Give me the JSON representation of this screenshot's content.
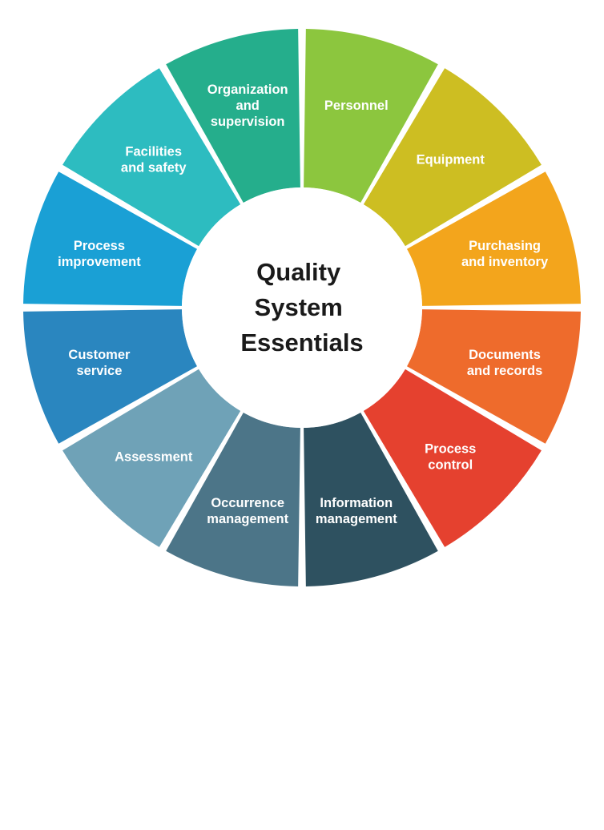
{
  "center": {
    "lines": [
      "Quality",
      "System",
      "Essentials"
    ]
  },
  "segments": [
    {
      "lines": [
        "Personnel"
      ],
      "color": "#8CC63E"
    },
    {
      "lines": [
        "Equipment"
      ],
      "color": "#CDBE22"
    },
    {
      "lines": [
        "Purchasing",
        "and inventory"
      ],
      "color": "#F3A51C"
    },
    {
      "lines": [
        "Documents",
        "and records"
      ],
      "color": "#EE6B2C"
    },
    {
      "lines": [
        "Process",
        "control"
      ],
      "color": "#E5412F"
    },
    {
      "lines": [
        "Information",
        "management"
      ],
      "color": "#2E5160"
    },
    {
      "lines": [
        "Occurrence",
        "management"
      ],
      "color": "#4C7588"
    },
    {
      "lines": [
        "Assessment"
      ],
      "color": "#6FA2B7"
    },
    {
      "lines": [
        "Customer",
        "service"
      ],
      "color": "#2A86BF"
    },
    {
      "lines": [
        "Process",
        "improvement"
      ],
      "color": "#1AA0D5"
    },
    {
      "lines": [
        "Facilities",
        "and safety"
      ],
      "color": "#2DBCC0"
    },
    {
      "lines": [
        "Organization",
        "and",
        "supervision"
      ],
      "color": "#25AE8C"
    }
  ]
}
